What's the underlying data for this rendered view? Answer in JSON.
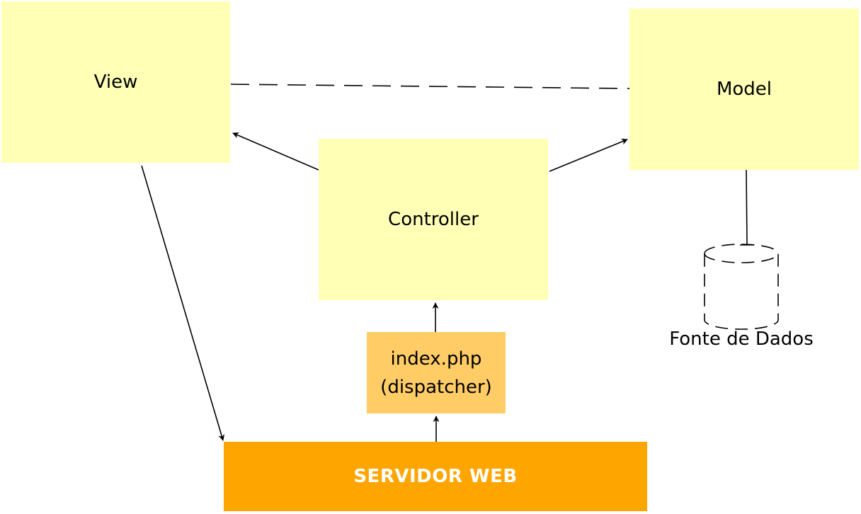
{
  "diagram": {
    "nodes": {
      "view": {
        "label": "View"
      },
      "model": {
        "label": "Model"
      },
      "controller": {
        "label": "Controller"
      },
      "dispatcher": {
        "line1": "index.php",
        "line2": "(dispatcher)"
      },
      "server": {
        "label": "SERVIDOR WEB"
      },
      "datasource": {
        "label": "Fonte de Dados"
      }
    },
    "edges": [
      {
        "from": "controller",
        "to": "view",
        "style": "arrow"
      },
      {
        "from": "controller",
        "to": "model",
        "style": "arrow"
      },
      {
        "from": "view",
        "to": "model",
        "style": "dashed"
      },
      {
        "from": "view",
        "to": "server",
        "style": "arrow"
      },
      {
        "from": "dispatcher",
        "to": "controller",
        "style": "arrow"
      },
      {
        "from": "server",
        "to": "dispatcher",
        "style": "arrow"
      },
      {
        "from": "model",
        "to": "datasource",
        "style": "line"
      }
    ],
    "colors": {
      "box_fill": "#FFFFB6",
      "dispatcher_fill": "#FFCC66",
      "server_fill": "#FFA500",
      "server_text": "#FFFFFF",
      "line": "#000000"
    }
  }
}
